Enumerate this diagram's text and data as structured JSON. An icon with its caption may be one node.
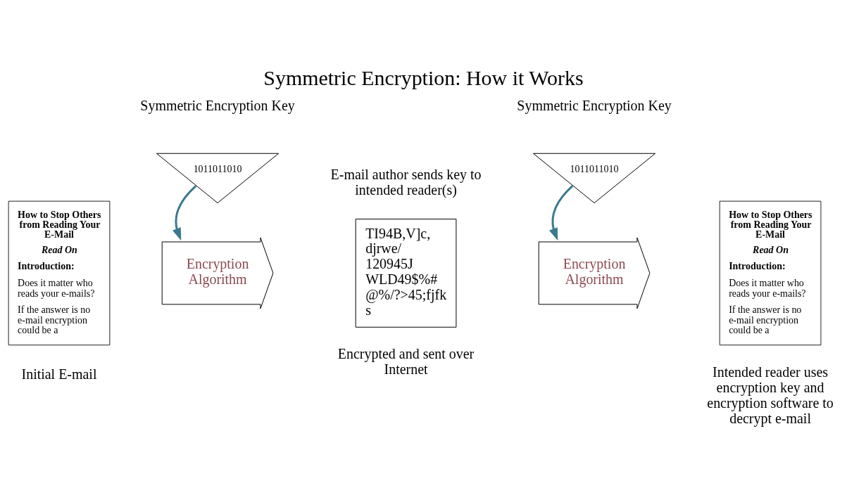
{
  "diagram": {
    "title": "Symmetric Encryption: How it Works",
    "nodes": [
      {
        "text": [
          "How to Stop Others from Reading Your E-Mail",
          "Read On",
          "Introduction:",
          "Does it matter who reads your e-mails?",
          "If the answer is no e-mail encryption could be a"
        ],
        "beside": [
          "Initial E-mail"
        ]
      },
      {
        "text": [
          "1011011010"
        ],
        "beside": [
          "Symmetric Encryption Key"
        ]
      },
      {
        "text": [
          "Encryption Algorithm"
        ]
      },
      {
        "text": [
          "TI94B,V]c, djrwe/ 120945J WLD49$%# @%/?>45;fjfk s"
        ],
        "beside": [
          "Encrypted and sent over Internet"
        ]
      },
      {
        "text": [
          "1011011010"
        ],
        "beside": [
          "Symmetric Encryption Key"
        ]
      },
      {
        "text": [
          "Encryption Algorithm"
        ]
      },
      {
        "text": [
          "How to Stop Others from Reading Your E-Mail",
          "Read On",
          "Introduction:",
          "Does it matter who reads your e-mails?",
          "If the answer is no e-mail encryption could be a"
        ],
        "beside": [
          "Intended reader uses encryption key and encryption software to decrypt e-mail"
        ]
      }
    ],
    "edges": [
      {
        "from": 1,
        "to": 2,
        "arrow": "to",
        "color": "#3a7a90"
      },
      {
        "from": 4,
        "to": 5,
        "arrow": "to",
        "color": "#3a7a90"
      }
    ],
    "labels": [
      "E-mail author sends key to intended reader(s)"
    ]
  }
}
